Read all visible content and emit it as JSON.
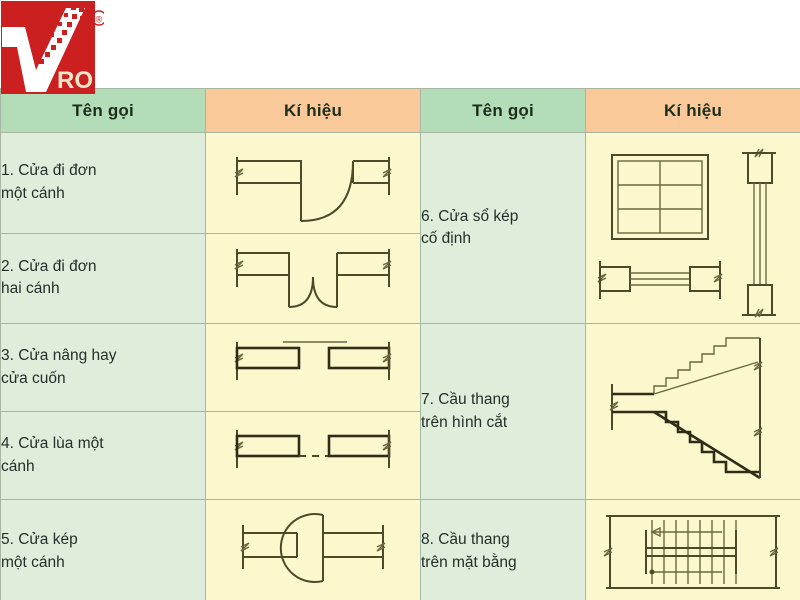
{
  "logo": {
    "name": "vro-logo",
    "text": "RO",
    "trademark": "®",
    "color_red": "#cc1f1f",
    "color_white": "#ffffff",
    "color_text": "#f4e6c8"
  },
  "table": {
    "headers": {
      "name_left": "Tên gọi",
      "symbol_left": "Kí hiệu",
      "name_right": "Tên gọi",
      "symbol_right": "Kí hiệu"
    },
    "colors": {
      "header_name_bg": "#b3ddb8",
      "header_symbol_bg": "#f9c99a",
      "cell_name_bg": "#dfeeda",
      "cell_symbol_bg": "#fbf8cd",
      "border": "#a9b6a2",
      "stroke": "#4d4a27"
    },
    "left_rows": [
      {
        "label": "1. Cửa đi đơn\nmột cánh",
        "symbol": "single-swing-door"
      },
      {
        "label": "2. Cửa đi đơn\nhai cánh",
        "symbol": "double-swing-door"
      },
      {
        "label": "3. Cửa nâng hay\ncửa cuốn",
        "symbol": "rolling-door"
      },
      {
        "label": "4. Cửa lùa một\ncánh",
        "symbol": "sliding-door"
      },
      {
        "label": "5. Cửa kép\nmột cánh",
        "symbol": "double-acting-door"
      }
    ],
    "right_rows": [
      {
        "label": "6. Cửa sổ kép\ncố định",
        "symbol": "fixed-double-window"
      },
      {
        "label": "7. Cầu thang\ntrên hình cắt",
        "symbol": "stair-section"
      },
      {
        "label": "8. Cầu thang\ntrên mặt bằng",
        "symbol": "stair-plan"
      }
    ]
  }
}
